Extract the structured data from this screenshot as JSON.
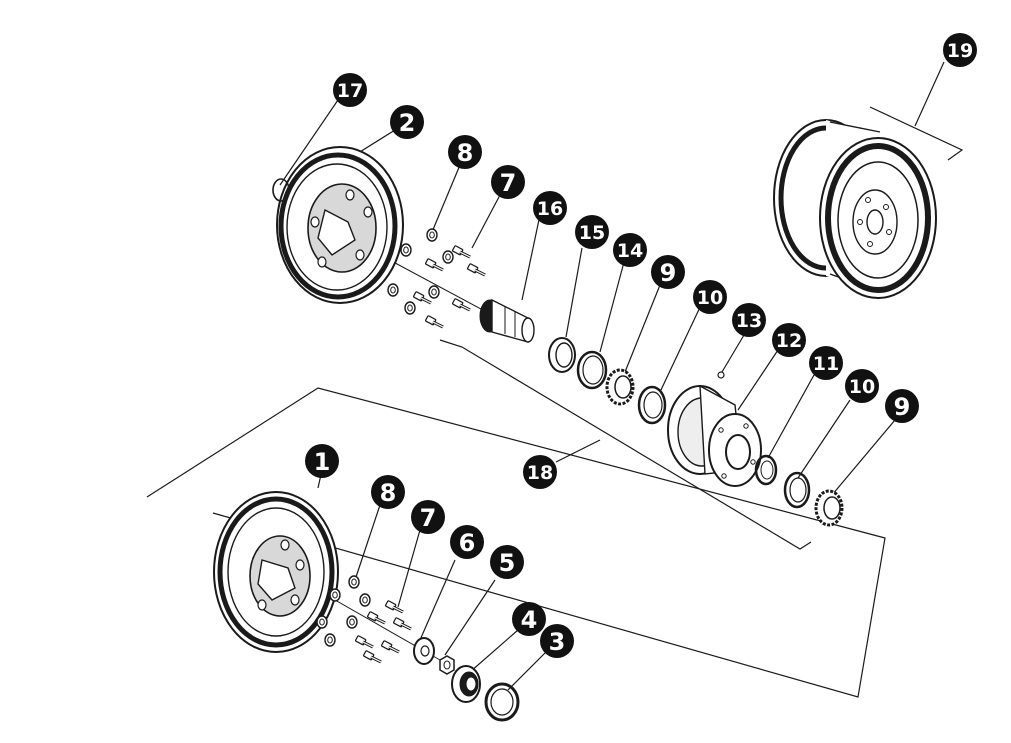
{
  "diagram": {
    "colors": {
      "line": "#1a1a1a",
      "badge_fill": "#111111",
      "badge_text": "#ffffff",
      "background": "#ffffff"
    },
    "callouts": [
      {
        "id": "c1",
        "label": "1"
      },
      {
        "id": "c2",
        "label": "2"
      },
      {
        "id": "c3",
        "label": "3"
      },
      {
        "id": "c4",
        "label": "4"
      },
      {
        "id": "c5",
        "label": "5"
      },
      {
        "id": "c6",
        "label": "6"
      },
      {
        "id": "c7a",
        "label": "7"
      },
      {
        "id": "c7b",
        "label": "7"
      },
      {
        "id": "c8a",
        "label": "8"
      },
      {
        "id": "c8b",
        "label": "8"
      },
      {
        "id": "c9a",
        "label": "9"
      },
      {
        "id": "c9b",
        "label": "9"
      },
      {
        "id": "c10a",
        "label": "10"
      },
      {
        "id": "c10b",
        "label": "10"
      },
      {
        "id": "c11",
        "label": "11"
      },
      {
        "id": "c12",
        "label": "12"
      },
      {
        "id": "c13",
        "label": "13"
      },
      {
        "id": "c14",
        "label": "14"
      },
      {
        "id": "c15",
        "label": "15"
      },
      {
        "id": "c16",
        "label": "16"
      },
      {
        "id": "c17",
        "label": "17"
      },
      {
        "id": "c18",
        "label": "18"
      },
      {
        "id": "c19",
        "label": "19"
      }
    ]
  }
}
